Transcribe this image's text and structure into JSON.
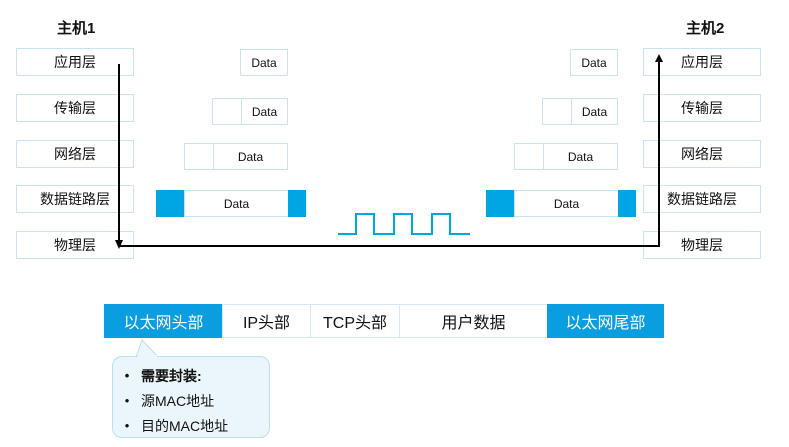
{
  "hosts": {
    "left_title": "主机1",
    "right_title": "主机2"
  },
  "layers": [
    "应用层",
    "传输层",
    "网络层",
    "数据链路层",
    "物理层"
  ],
  "pdu_label": "Data",
  "frame": {
    "fields": [
      {
        "label": "以太网头部",
        "highlight": true
      },
      {
        "label": "IP头部",
        "highlight": false
      },
      {
        "label": "TCP头部",
        "highlight": false
      },
      {
        "label": "用户数据",
        "highlight": false
      },
      {
        "label": "以太网尾部",
        "highlight": true
      }
    ]
  },
  "callout": {
    "items": [
      "需要封装:",
      "源MAC地址",
      "目的MAC地址"
    ]
  },
  "colors": {
    "accent": "#0a9de0",
    "layer_border": "#c9e4f1",
    "arrow": "#000000"
  }
}
